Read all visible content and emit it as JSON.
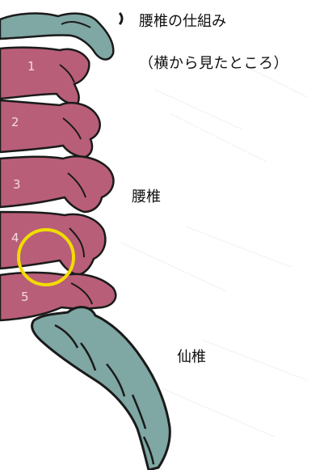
{
  "title": "腰椎の仕組み",
  "subtitle": "（横から見たところ）",
  "labels": {
    "lumbar": "腰椎",
    "sacrum": "仙椎"
  },
  "vertebrae": [
    {
      "number": "1"
    },
    {
      "number": "2"
    },
    {
      "number": "3"
    },
    {
      "number": "4"
    },
    {
      "number": "5"
    }
  ],
  "colors": {
    "vertebra": "#b85e78",
    "sacrum": "#7fa7a3",
    "outline": "#1a1a1a",
    "highlight": "#f2dc00",
    "background": "#ffffff"
  }
}
